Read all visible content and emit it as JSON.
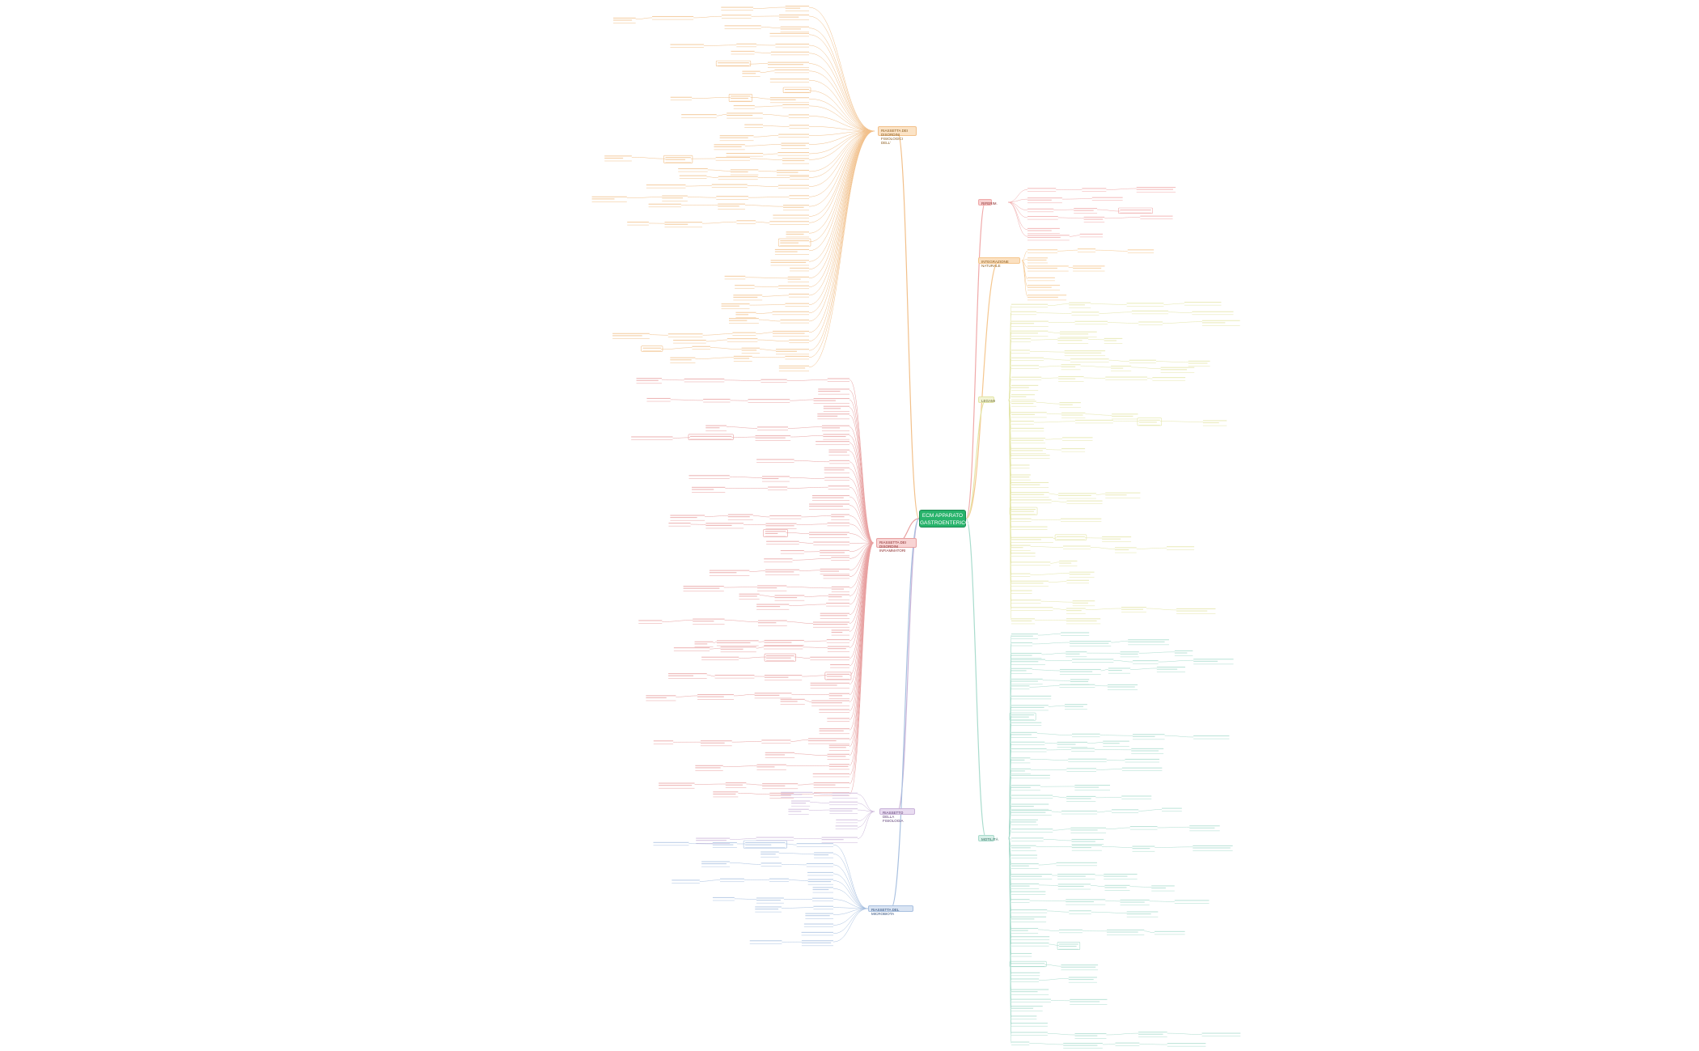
{
  "central": {
    "line1": "ECM APPARATO",
    "line2": "GASTROENTERICO",
    "color": "#27b36b"
  },
  "branches": [
    {
      "key": "orange-top",
      "line1": "RIASSETTA DEI DISORDINI",
      "line2": "FISIOLOGICI DELL'",
      "color": "#f2c08a",
      "side": "left"
    },
    {
      "key": "red-left",
      "line1": "RIASSETTA DEI DISORDINI",
      "line2": "INFIAMMATORI",
      "color": "#e8a0a0",
      "side": "left"
    },
    {
      "key": "purple",
      "line1": "RIASSETTO DELLA FISIOLOGIA",
      "line2": "",
      "color": "#c9b3d8",
      "side": "left"
    },
    {
      "key": "blue",
      "line1": "RIASSETTA DEL MICROBIOTA",
      "line2": "",
      "color": "#a8c0e0",
      "side": "left"
    },
    {
      "key": "red-right",
      "line1": "RIFERIM.",
      "line2": "",
      "color": "#f0a9a9",
      "side": "right"
    },
    {
      "key": "orange-right",
      "line1": "INTEGRAZIONE NATURALE",
      "line2": "",
      "color": "#f5c78f",
      "side": "right"
    },
    {
      "key": "yellow",
      "line1": "LEGAMI",
      "line2": "",
      "color": "#e4e6a8",
      "side": "right"
    },
    {
      "key": "teal",
      "line1": "MOTILITÀ",
      "line2": "",
      "color": "#a9dccd",
      "side": "right"
    }
  ]
}
